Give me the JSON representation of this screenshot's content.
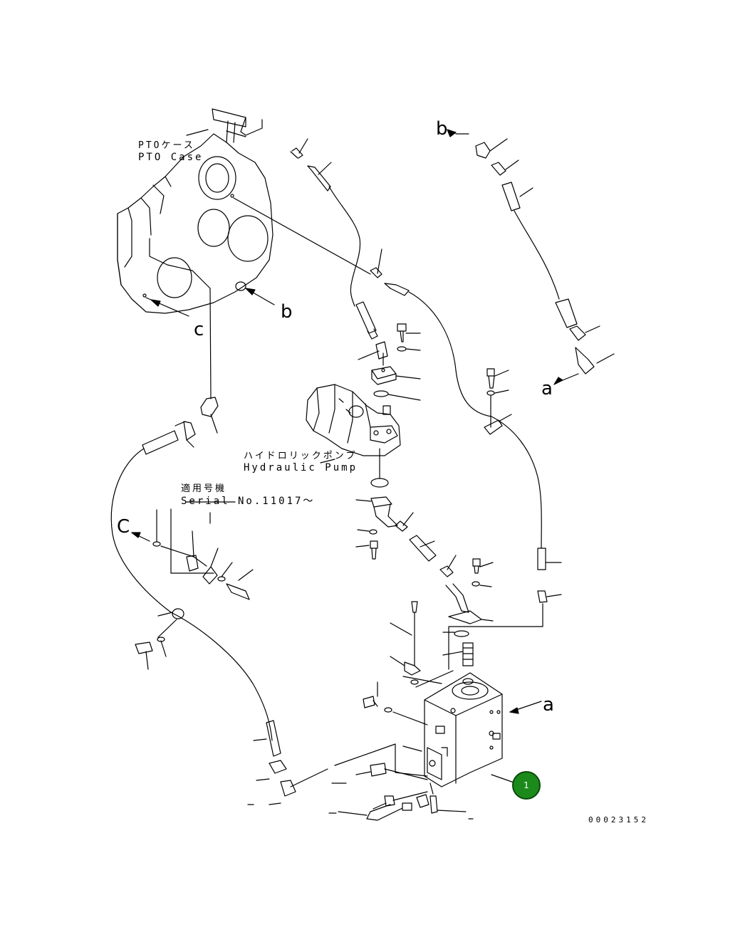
{
  "labels": {
    "pto_case_jp": "PTOケース",
    "pto_case_en": "PTO Case",
    "hydraulic_pump_jp": "ハイドロリックポンプ",
    "hydraulic_pump_en": "Hydraulic Pump",
    "serial_jp": "適用号機",
    "serial_en": "Serial No.11017～"
  },
  "refs": {
    "b_top": "b",
    "b_case": "b",
    "c_case": "c",
    "a_right_upper": "a",
    "c_left": "C",
    "a_right_lower": "a"
  },
  "callout": {
    "number": "1",
    "color": "#1b8a1b"
  },
  "doc_number": "00023152"
}
